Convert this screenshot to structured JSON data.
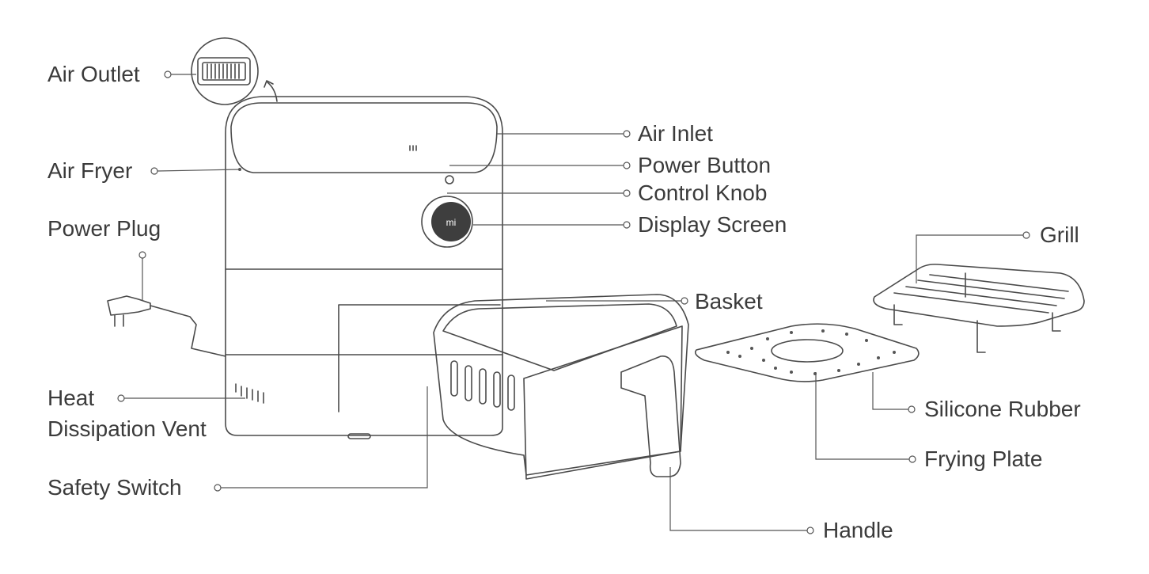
{
  "title": "Air Fryer product diagram",
  "labels": {
    "air_outlet": "Air Outlet",
    "air_fryer": "Air Fryer",
    "power_plug": "Power Plug",
    "heat_vent_1": "Heat",
    "heat_vent_2": "Dissipation Vent",
    "safety_switch": "Safety Switch",
    "air_inlet": "Air Inlet",
    "power_button": "Power Button",
    "control_knob": "Control Knob",
    "display_screen": "Display Screen",
    "grill": "Grill",
    "basket": "Basket",
    "silicone_rubber": "Silicone Rubber",
    "frying_plate": "Frying Plate",
    "handle": "Handle"
  },
  "logo": "MI"
}
